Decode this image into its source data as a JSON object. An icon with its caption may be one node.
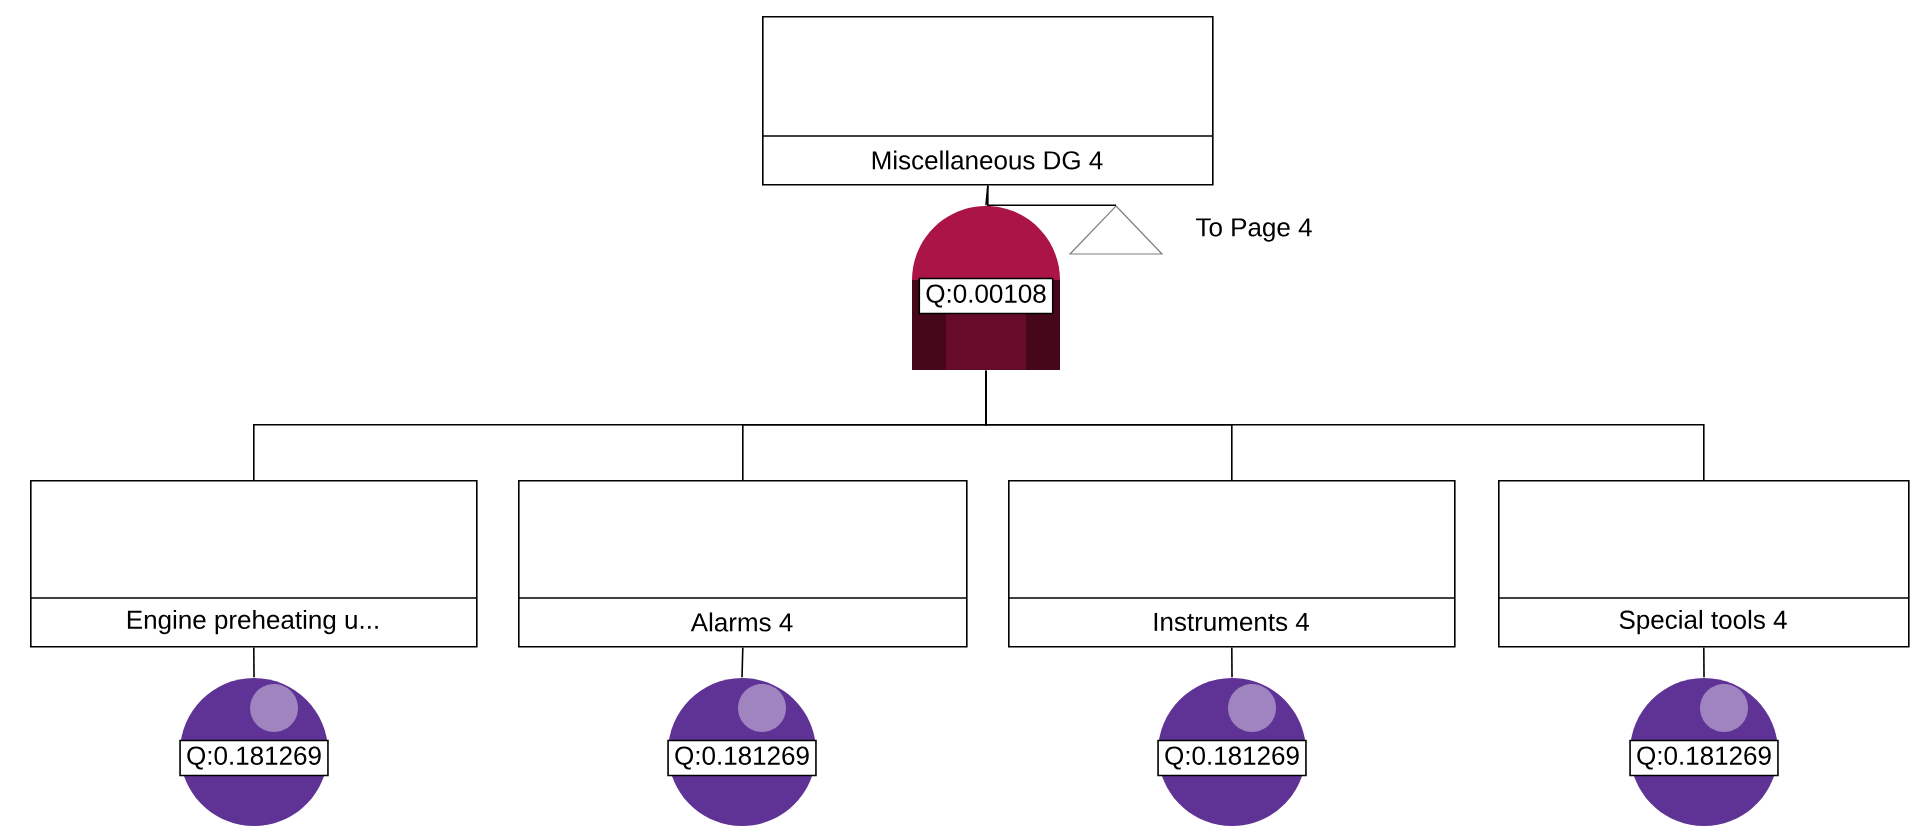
{
  "diagram": {
    "nodes": [
      {
        "text": [
          "Miscellaneous DG 4"
        ]
      },
      {
        "text": [
          "Q:0.00108"
        ]
      },
      {
        "text": [],
        "shape": "triangle",
        "beside": [
          "To Page 4"
        ]
      },
      {
        "text": [
          "Engine preheating u..."
        ]
      },
      {
        "text": [
          "Alarms 4"
        ]
      },
      {
        "text": [
          "Instruments 4"
        ]
      },
      {
        "text": [
          "Special tools 4"
        ]
      },
      {
        "text": [
          "Q:0.181269"
        ]
      },
      {
        "text": [
          "Q:0.181269"
        ]
      },
      {
        "text": [
          "Q:0.181269"
        ]
      },
      {
        "text": [
          "Q:0.181269"
        ]
      }
    ],
    "edges": [
      {
        "from": 0,
        "to": 1,
        "arrow": "none"
      },
      {
        "from": 0,
        "to": 2,
        "arrow": "none"
      },
      {
        "from": 1,
        "to": 3,
        "arrow": "none"
      },
      {
        "from": 1,
        "to": 4,
        "arrow": "none"
      },
      {
        "from": 1,
        "to": 5,
        "arrow": "none"
      },
      {
        "from": 1,
        "to": 6,
        "arrow": "none"
      },
      {
        "from": 3,
        "to": 7,
        "arrow": "none"
      },
      {
        "from": 4,
        "to": 8,
        "arrow": "none"
      },
      {
        "from": 5,
        "to": 9,
        "arrow": "none"
      },
      {
        "from": 6,
        "to": 10,
        "arrow": "none"
      }
    ]
  }
}
